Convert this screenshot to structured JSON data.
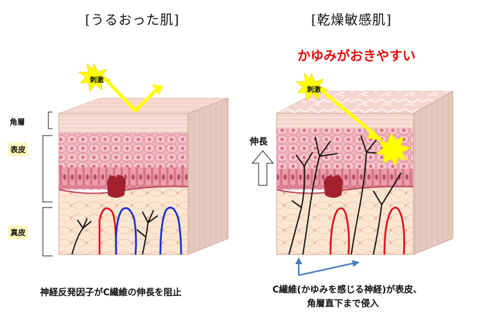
{
  "left_panel": {
    "title": "[うるおった肌]",
    "stimulus_label": "刺激",
    "layer_labels": {
      "horny": "角層",
      "epidermis": "表皮",
      "dermis": "真皮"
    },
    "caption": "神経反発因子がC繊維の伸長を阻止"
  },
  "right_panel": {
    "title": "[乾燥敏感肌]",
    "subtitle": "かゆみがおきやすい",
    "stimulus_label": "刺激",
    "growth_label": "伸長",
    "caption_line1": "C繊維(かゆみを感じる神経)が表皮、",
    "caption_line2": "角層直下まで侵入"
  },
  "colors": {
    "subtitle_red": "#e10e0e",
    "stimulus_yellow": "#ffff00",
    "artery_red": "#e0101a",
    "vein_blue": "#1a2fd0",
    "nerve_black": "#111111",
    "annotation_arrow_blue": "#4a7cc0",
    "label_box_yellow": "#fff6bd"
  }
}
